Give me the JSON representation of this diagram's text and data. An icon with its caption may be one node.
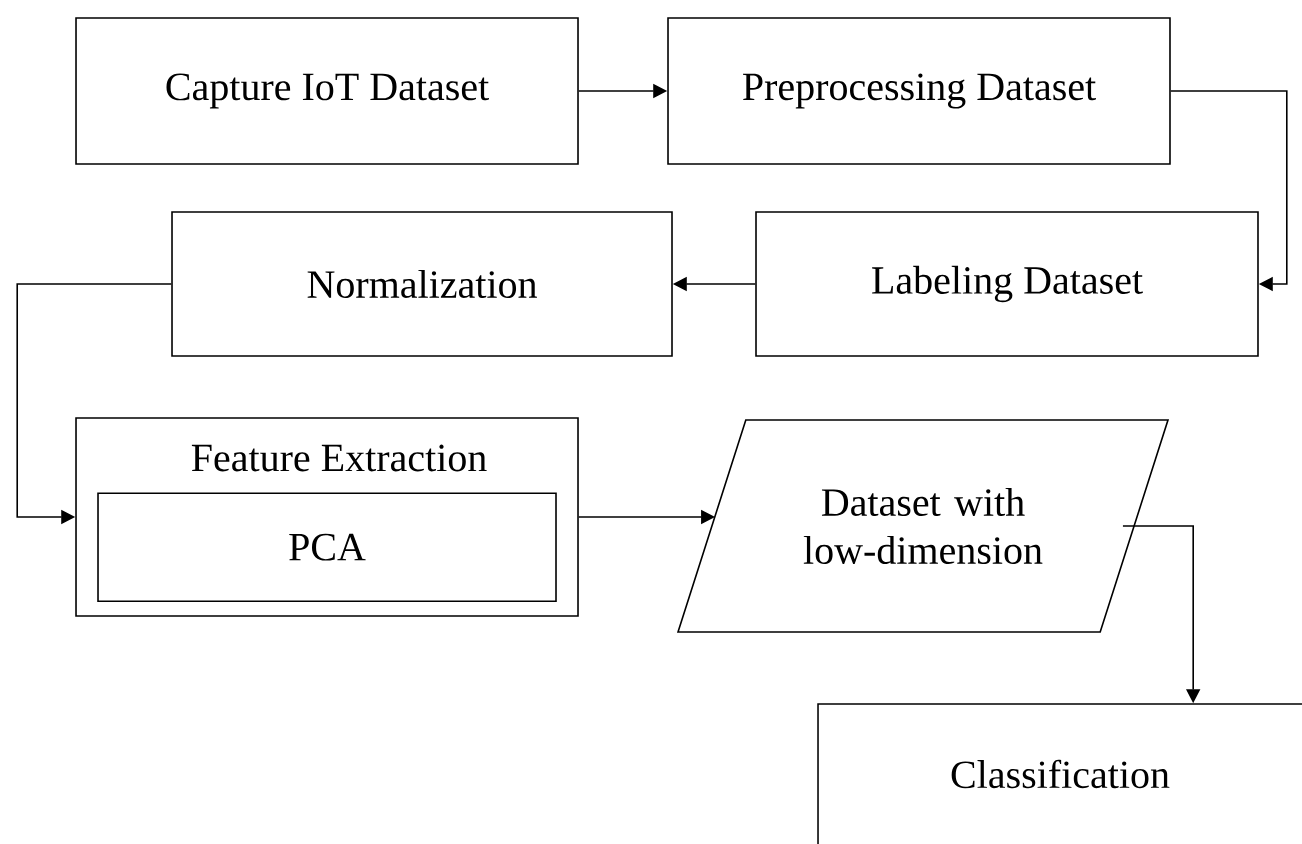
{
  "diagram": {
    "nodes": [
      {
        "text": [
          "Capture IoT Dataset"
        ]
      },
      {
        "text": [
          "Preprocessing Dataset"
        ]
      },
      {
        "text": [
          "Labeling Dataset"
        ]
      },
      {
        "text": [
          "Normalization"
        ]
      },
      {
        "text": [
          "Feature Extraction"
        ]
      },
      {
        "text": [
          "PCA"
        ],
        "in": 4
      },
      {
        "text": [
          "Dataset with low-dimension"
        ]
      },
      {
        "text": [
          "Classification"
        ]
      }
    ],
    "edges": [
      {
        "from": 0,
        "to": 1,
        "arrow": "to"
      },
      {
        "from": 1,
        "to": 2,
        "arrow": "to"
      },
      {
        "from": 2,
        "to": 3,
        "arrow": "to"
      },
      {
        "from": 3,
        "to": 4,
        "arrow": "to"
      },
      {
        "from": 4,
        "to": 6,
        "arrow": "to"
      },
      {
        "from": 6,
        "to": 7,
        "arrow": "to"
      }
    ]
  }
}
